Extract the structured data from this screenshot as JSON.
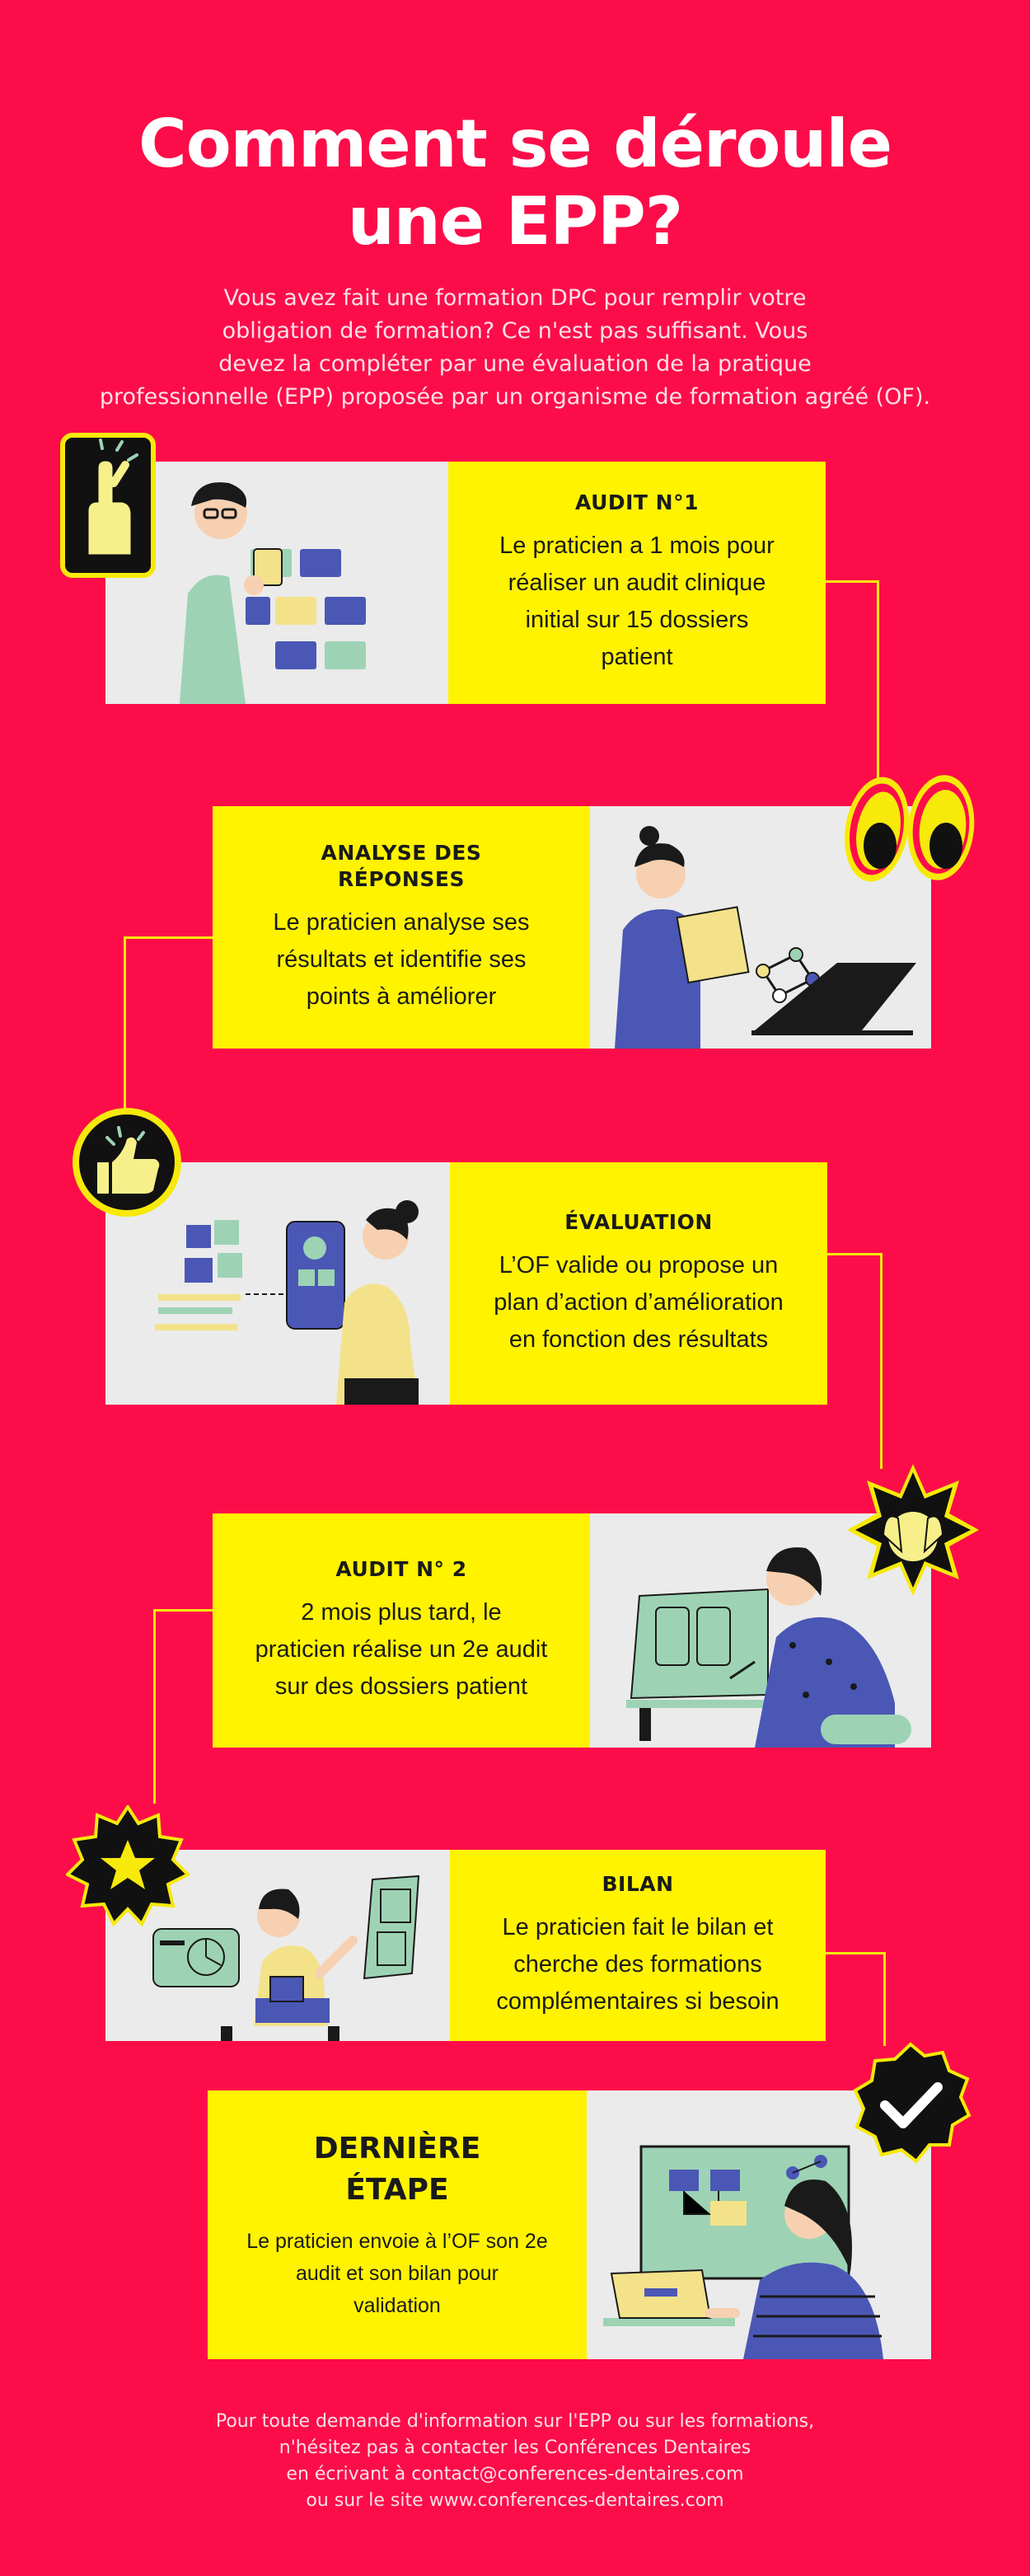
{
  "header": {
    "title_line1": "Comment se déroule",
    "title_line2": "une EPP?",
    "intro_lines": [
      "Vous avez fait une formation DPC pour remplir votre",
      "obligation de formation? Ce n'est pas suffisant. Vous",
      "devez la compléter par une évaluation de la pratique",
      "professionnelle (EPP) proposée par un organisme de formation agréé (OF)."
    ]
  },
  "steps": [
    {
      "title_lines": [
        "AUDIT N°1"
      ],
      "text_lines": [
        "Le praticien a 1 mois pour",
        "réaliser un audit clinique",
        "initial sur 15 dossiers",
        "patient"
      ],
      "badge_icon": "finger-cross-icon"
    },
    {
      "title_lines": [
        "ANALYSE DES",
        "RÉPONSES"
      ],
      "text_lines": [
        "Le praticien analyse ses",
        "résultats et identifie ses",
        "points à améliorer"
      ],
      "badge_icon": "eyes-icon"
    },
    {
      "title_lines": [
        "ÉVALUATION"
      ],
      "text_lines": [
        "L’OF valide ou propose un",
        "plan d’action d’amélioration",
        "en fonction des résultats"
      ],
      "badge_icon": "thumbs-up-icon"
    },
    {
      "title_lines": [
        "AUDIT N° 2"
      ],
      "text_lines": [
        "2 mois plus tard, le",
        "praticien réalise un 2e audit",
        "sur des dossiers patient"
      ],
      "badge_icon": "hands-surprise-icon"
    },
    {
      "title_lines": [
        "BILAN"
      ],
      "text_lines": [
        "Le praticien fait le bilan et",
        "cherche des formations",
        "complémentaires si besoin"
      ],
      "badge_icon": "star-icon"
    },
    {
      "title_lines": [
        "DERNIÈRE",
        "ÉTAPE"
      ],
      "text_lines": [
        "Le praticien envoie à l’OF son 2e",
        "audit et son bilan pour",
        "validation"
      ],
      "badge_icon": "checkmark-icon"
    }
  ],
  "footer": {
    "lines": [
      "Pour toute demande d'information sur l'EPP ou sur les formations,",
      "n'hésitez pas à contacter les Conférences Dentaires",
      "en écrivant à contact@conferences-dentaires.com",
      "ou sur le site www.conferences-dentaires.com"
    ]
  },
  "colors": {
    "background": "#fc0d4a",
    "card_text_bg": "#fff300",
    "card_image_bg": "#ebebeb",
    "connector": "#f7e90a"
  }
}
